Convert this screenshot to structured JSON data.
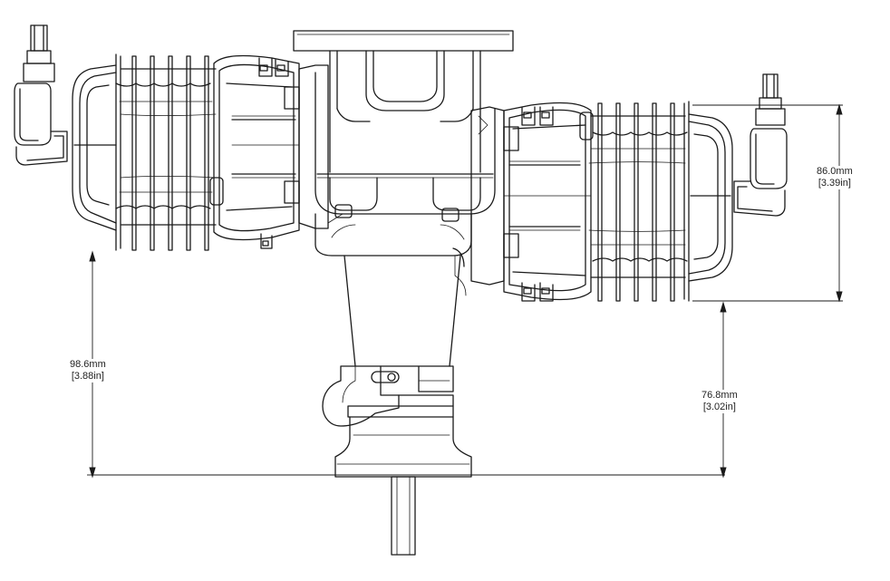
{
  "dimensions": {
    "cyl_height": {
      "mm": "86.0mm",
      "inch": "[3.39in]"
    },
    "left_height": {
      "mm": "98.6mm",
      "inch": "[3.88in]"
    },
    "right_height": {
      "mm": "76.8mm",
      "inch": "[3.02in]"
    }
  },
  "colors": {
    "line": "#1a1a1a",
    "background": "#ffffff"
  }
}
